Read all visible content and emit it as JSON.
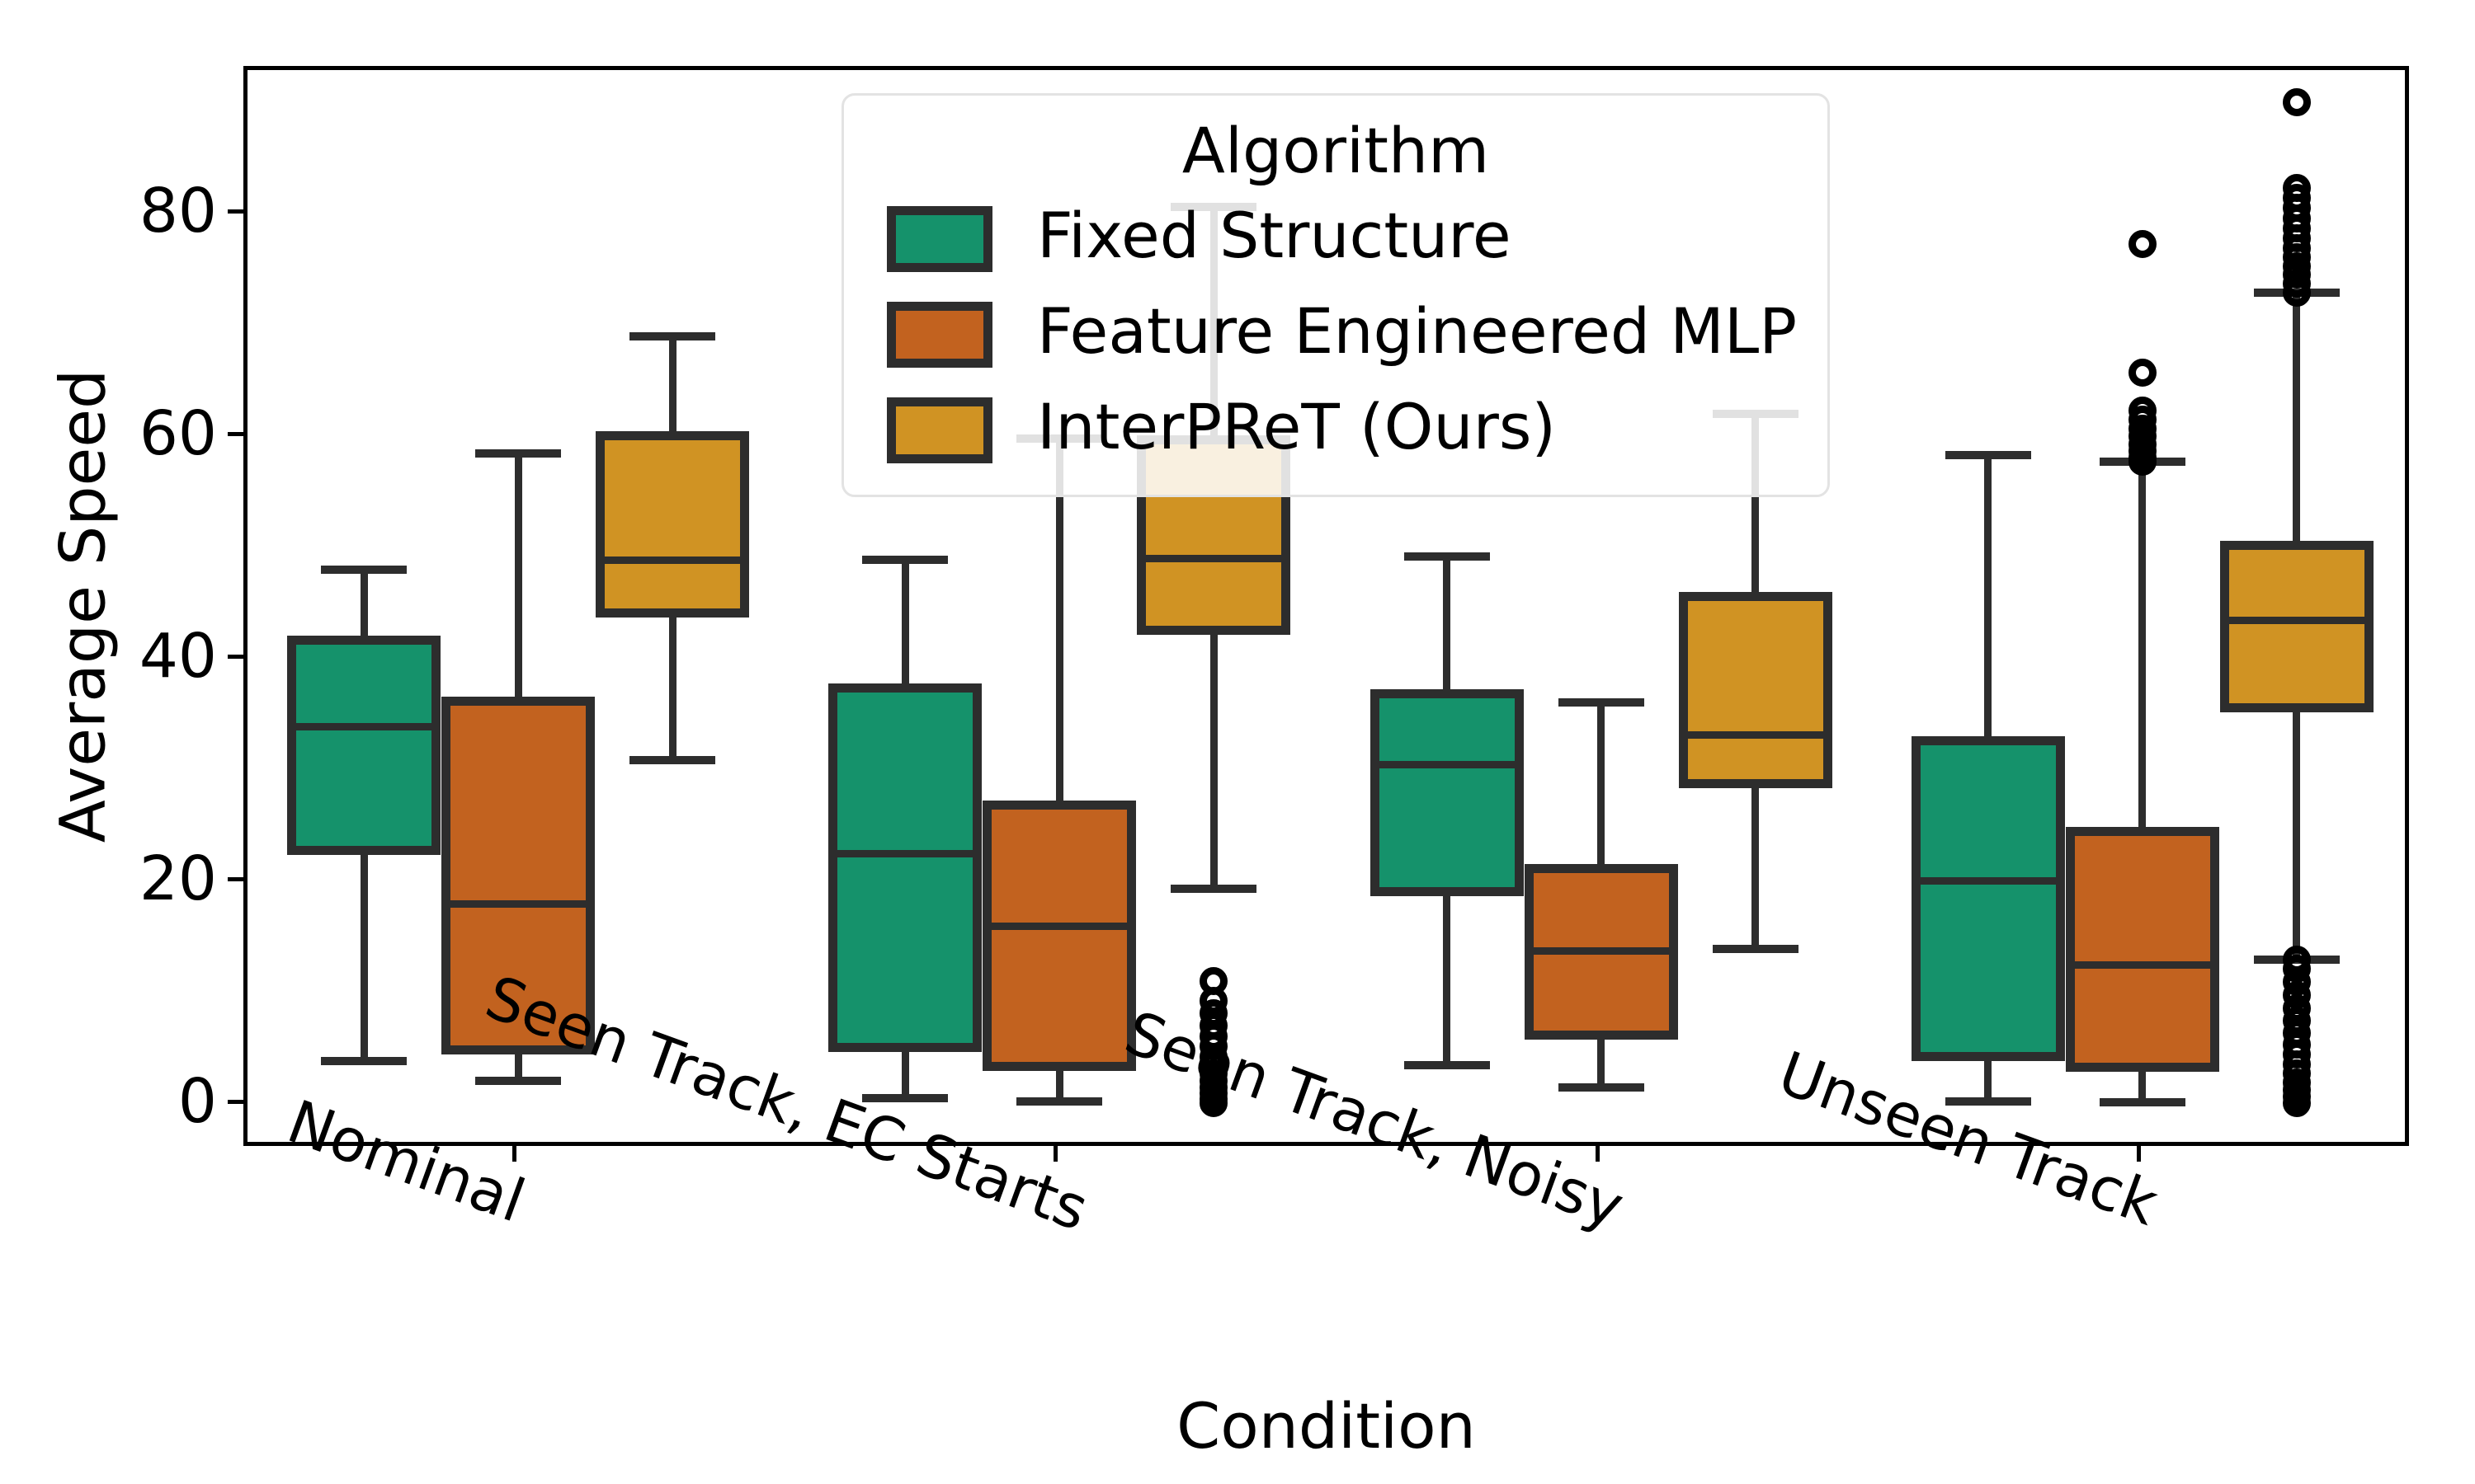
{
  "chart_data": {
    "type": "box",
    "title": "",
    "xlabel": "Condition",
    "ylabel": "Average Speed",
    "ylim": [
      -4,
      93
    ],
    "yticks": [
      0,
      20,
      40,
      60,
      80
    ],
    "ytick_labels": [
      "0",
      "20",
      "40",
      "60",
      "80"
    ],
    "grid": false,
    "legend_title": "Algorithm",
    "legend_position": "upper center",
    "categories": [
      "Nominal",
      "Seen Track, EC Starts",
      "Seen Track, Noisy",
      "Unseen Track"
    ],
    "series": [
      {
        "name": "Fixed Structure",
        "color": "#15926b",
        "boxes": [
          {
            "category": "Nominal",
            "whisker_low": 4.0,
            "q1": 22.5,
            "median": 34.0,
            "q3": 42.2,
            "whisker_high": 48.1,
            "outliers": []
          },
          {
            "category": "Seen Track, EC Starts",
            "whisker_low": 0.7,
            "q1": 4.8,
            "median": 22.6,
            "q3": 37.9,
            "whisker_high": 49.0,
            "outliers": []
          },
          {
            "category": "Seen Track, Noisy",
            "whisker_low": 3.6,
            "q1": 18.8,
            "median": 30.6,
            "q3": 37.4,
            "whisker_high": 49.3,
            "outliers": []
          },
          {
            "category": "Unseen Track",
            "whisker_low": 0.4,
            "q1": 4.0,
            "median": 20.2,
            "q3": 33.2,
            "whisker_high": 58.4,
            "outliers": []
          }
        ]
      },
      {
        "name": "Feature Engineered MLP",
        "color": "#c2621f",
        "boxes": [
          {
            "category": "Nominal",
            "whisker_low": 2.2,
            "q1": 4.6,
            "median": 18.1,
            "q3": 36.7,
            "whisker_high": 58.6,
            "outliers": []
          },
          {
            "category": "Seen Track, EC Starts",
            "whisker_low": 0.4,
            "q1": 3.1,
            "median": 16.1,
            "q3": 27.4,
            "whisker_high": 59.9,
            "outliers": []
          },
          {
            "category": "Seen Track, Noisy",
            "whisker_low": 1.6,
            "q1": 5.9,
            "median": 13.9,
            "q3": 21.7,
            "whisker_high": 36.2,
            "outliers": []
          },
          {
            "category": "Unseen Track",
            "whisker_low": 0.3,
            "q1": 3.0,
            "median": 12.6,
            "q3": 25.0,
            "whisker_high": 57.8,
            "outliers": [
              57.8,
              58.2,
              58.8,
              59.4,
              60.1,
              60.8,
              61.6,
              62.4,
              65.8,
              77.4
            ]
          }
        ]
      },
      {
        "name": "InterPReT (Ours)",
        "color": "#d09323",
        "boxes": [
          {
            "category": "Nominal",
            "whisker_low": 31.0,
            "q1": 43.8,
            "median": 49.0,
            "q3": 60.6,
            "whisker_high": 69.1,
            "outliers": []
          },
          {
            "category": "Seen Track, EC Starts",
            "whisker_low": 19.5,
            "q1": 42.3,
            "median": 49.1,
            "q3": 60.2,
            "whisker_high": 80.7,
            "outliers": [
              0.2,
              0.6,
              1.1,
              1.6,
              2.2,
              2.9,
              3.6,
              4.4,
              5.3,
              6.2,
              7.2,
              8.3,
              9.4,
              11.2
            ]
          },
          {
            "category": "Seen Track, Noisy",
            "whisker_low": 14.1,
            "q1": 28.5,
            "median": 33.3,
            "q3": 46.1,
            "whisker_high": 62.1,
            "outliers": []
          },
          {
            "category": "Unseen Track",
            "whisker_low": 13.1,
            "q1": 35.3,
            "median": 43.6,
            "q3": 50.7,
            "whisker_high": 73.0,
            "outliers": [
              0.2,
              0.8,
              1.4,
              2.1,
              2.9,
              3.7,
              4.6,
              5.5,
              6.5,
              7.6,
              8.7,
              9.9,
              11.1,
              12.3,
              13.1,
              73.0,
              73.8,
              74.6,
              75.4,
              76.2,
              77.0,
              77.9,
              78.8,
              79.7,
              80.6,
              81.5,
              82.4,
              90.1
            ]
          }
        ]
      }
    ]
  },
  "legend": {
    "title": "Algorithm",
    "items": [
      {
        "label": "Fixed Structure",
        "color": "#15926b"
      },
      {
        "label": "Feature Engineered MLP",
        "color": "#c2621f"
      },
      {
        "label": "InterPReT (Ours)",
        "color": "#d09323"
      }
    ]
  },
  "axes": {
    "y_title": "Average Speed",
    "x_title": "Condition",
    "y_ticks": [
      "0",
      "20",
      "40",
      "60",
      "80"
    ],
    "x_ticks": [
      "Nominal",
      "Seen Track, EC Starts",
      "Seen Track, Noisy",
      "Unseen Track"
    ]
  },
  "colors": {
    "fixed_structure": "#15926b",
    "feature_engineered_mlp": "#c2621f",
    "interpret_ours": "#d09323",
    "edge": "#2d2d2d",
    "axis": "#000000"
  }
}
